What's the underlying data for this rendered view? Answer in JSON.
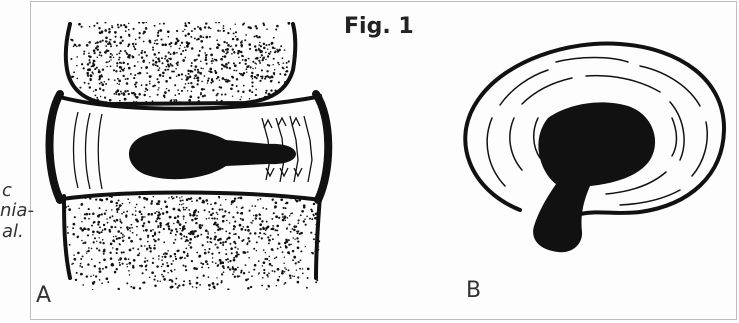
{
  "figure": {
    "title": "Fig. 1",
    "panel_a_label": "A",
    "panel_b_label": "B"
  },
  "side_text": {
    "line1": "c",
    "line2": "nia-",
    "line3": "al."
  },
  "colors": {
    "ink": "#111111",
    "background": "#ffffff",
    "border": "#bdbdbd"
  }
}
